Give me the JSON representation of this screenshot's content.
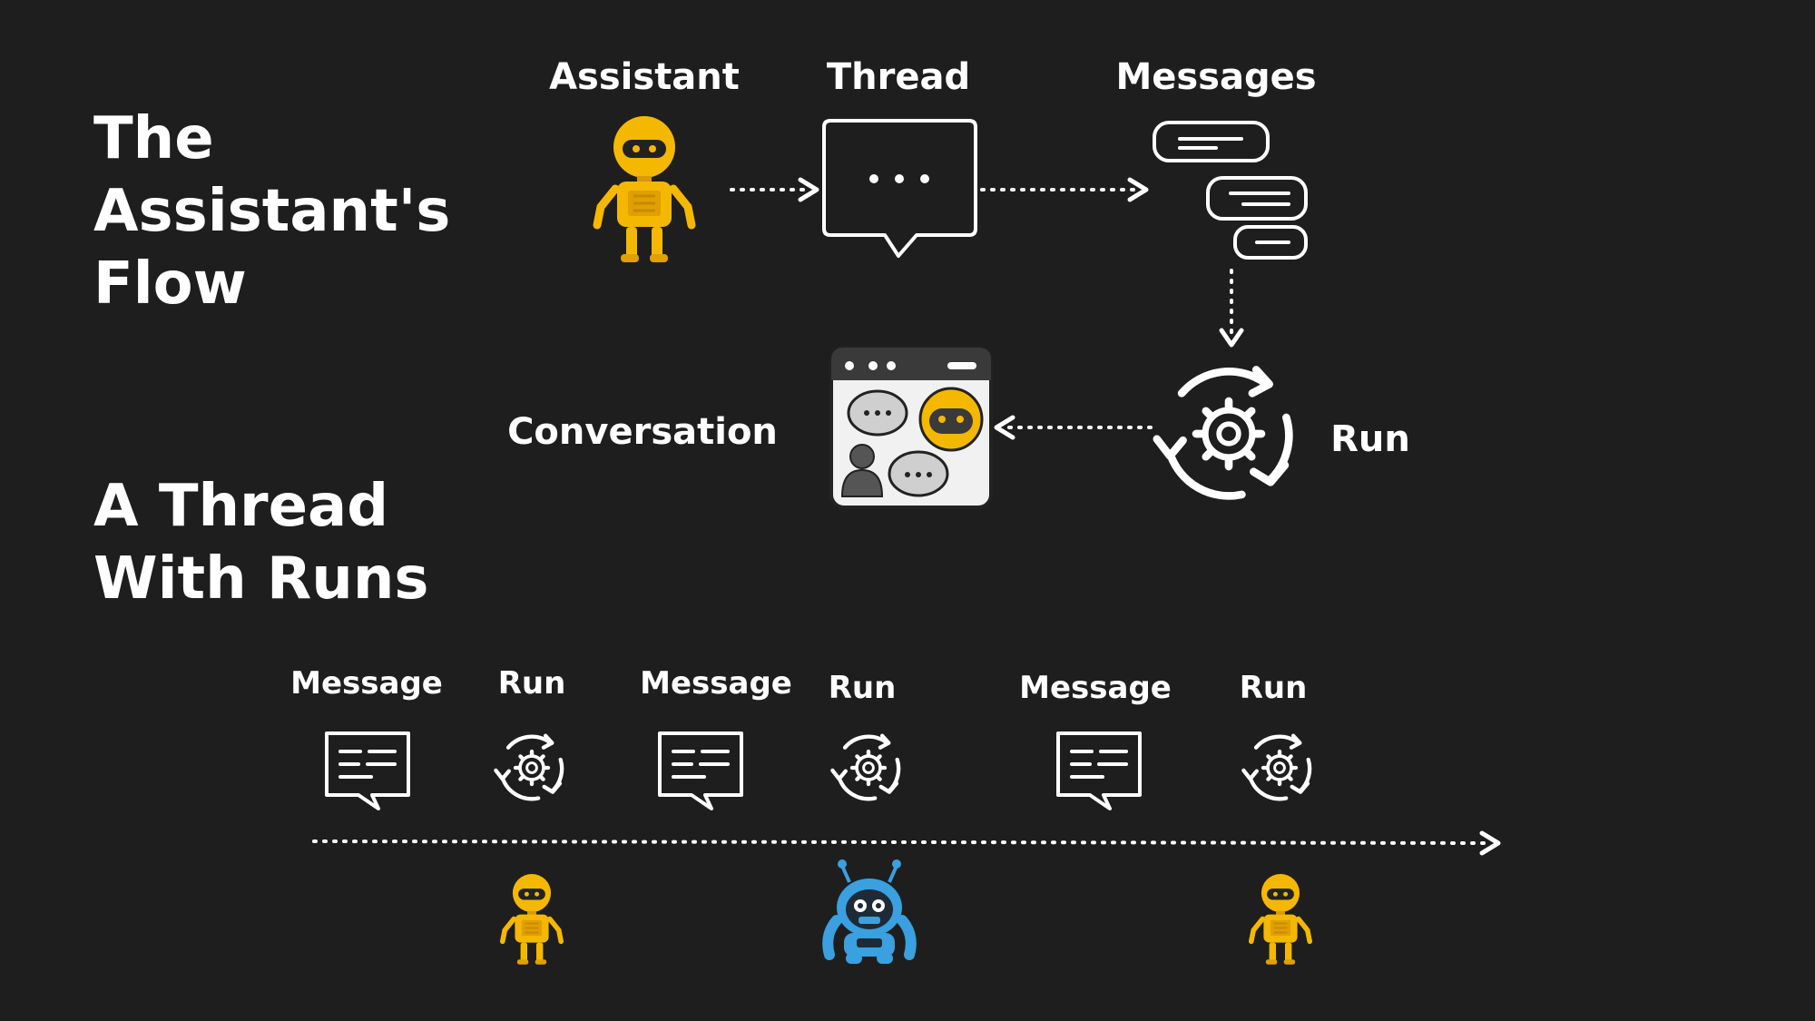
{
  "headings": {
    "flow_title": [
      "The",
      "Assistant's",
      "Flow"
    ],
    "thread_title": [
      "A Thread",
      "With Runs"
    ]
  },
  "flow": {
    "assistant_label": "Assistant",
    "thread_label": "Thread",
    "messages_label": "Messages",
    "run_label": "Run",
    "conversation_label": "Conversation"
  },
  "timeline": {
    "steps": [
      {
        "label": "Message"
      },
      {
        "label": "Run"
      },
      {
        "label": "Message"
      },
      {
        "label": "Run"
      },
      {
        "label": "Message"
      },
      {
        "label": "Run"
      }
    ]
  },
  "colors": {
    "background": "#1e1e1e",
    "foreground": "#ffffff",
    "robot_yellow": "#f5b800",
    "robot_blue": "#3aa0e0"
  }
}
